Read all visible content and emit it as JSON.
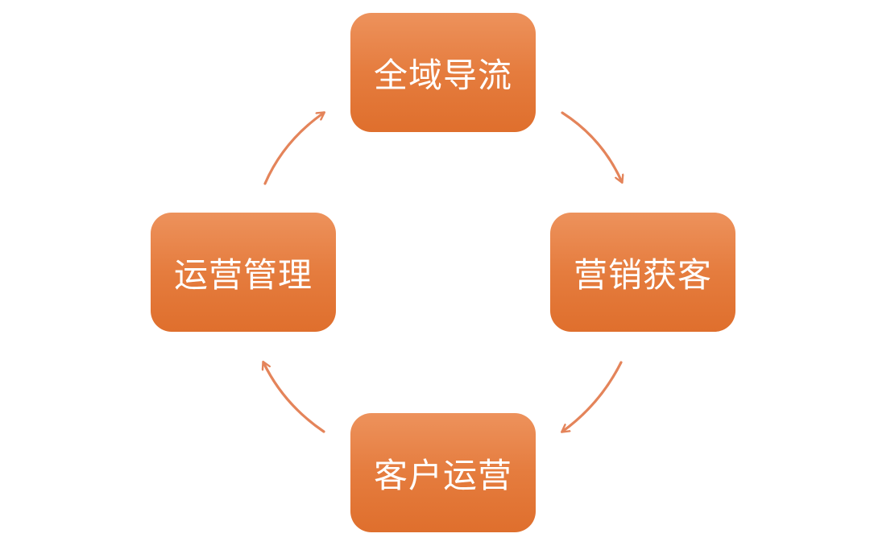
{
  "diagram": {
    "nodes": {
      "top": "全域导流",
      "right": "营销获客",
      "bottom": "客户运营",
      "left": "运营管理"
    },
    "colors": {
      "box_light": "#ed925c",
      "box_dark": "#df6f2d",
      "arrow": "#e4845a",
      "label": "#ffffff"
    },
    "flow": "clockwise"
  }
}
